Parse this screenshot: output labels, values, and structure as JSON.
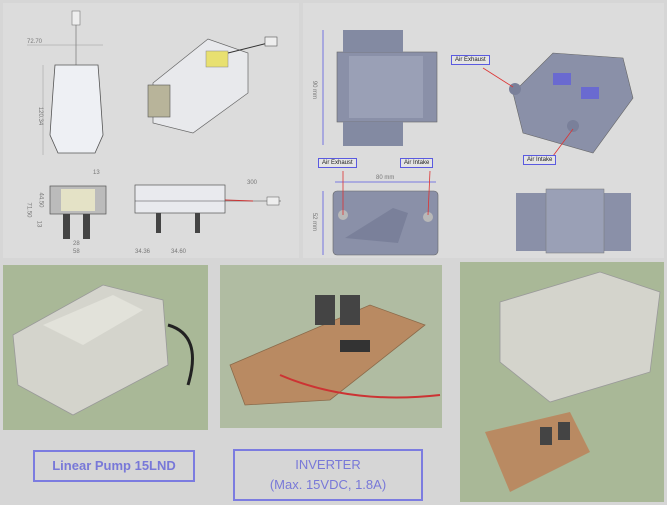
{
  "drawing_left": {
    "dims": [
      "72.70",
      "120.34",
      "13",
      "71.50",
      "44.50",
      "13",
      "28",
      "58",
      "300",
      "34.36",
      "34.60"
    ]
  },
  "drawing_right": {
    "dims": [
      "90 mm",
      "80 mm",
      "52 mm"
    ],
    "callouts": {
      "air_exhaust": "Air Exhaust",
      "air_intake": "Air Intake"
    }
  },
  "captions": {
    "pump": "Linear Pump 15LND",
    "inverter_line1": "INVERTER",
    "inverter_line2": "(Max. 15VDC, 1.8A)"
  },
  "colors": {
    "caption_border": "#7c7ce0",
    "caption_text": "#7878d8",
    "part_gray": "#8a90a8",
    "photo_green": "#a9b897"
  }
}
